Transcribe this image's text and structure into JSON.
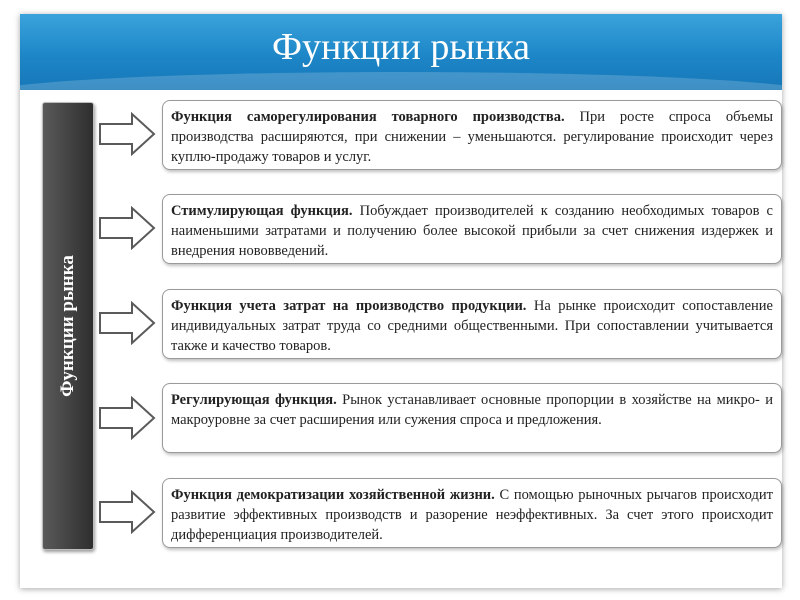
{
  "slide": {
    "title": "Функции рынка",
    "vertical_label": "Функции рынка",
    "colors": {
      "header_blue": "#1d86c7",
      "vertical_box": "#3f3f3f",
      "box_border": "#9a9a9a",
      "text": "#222222"
    }
  },
  "functions": [
    {
      "name": "Функция саморегулирования товарного производства.",
      "text": " При росте спроса объемы производства расширяются, при снижении – уменьшаются. регулирование происходит через куплю-продажу товаров и услуг."
    },
    {
      "name": "Стимулирующая функция.",
      "text": " Побуждает производителей к созданию необходимых товаров с наименьшими затратами и получению более высокой прибыли за счет снижения издержек и внедрения нововведений."
    },
    {
      "name": "Функция учета затрат на производство продукции.",
      "text": " На рынке происходит сопоставление индивидуальных затрат труда со средними общественными. При сопоставлении учитывается также и качество товаров."
    },
    {
      "name": "Регулирующая функция.",
      "text": " Рынок устанавливает основные пропорции в хозяйстве на микро- и макроуровне за счет расширения или сужения спроса и предложения."
    },
    {
      "name": "Функция демократизации хозяйственной жизни.",
      "text": " С помощью рыночных рычагов происходит развитие эффективных производств и разорение неэффективных. За счет этого происходит дифференциация производителей."
    }
  ]
}
